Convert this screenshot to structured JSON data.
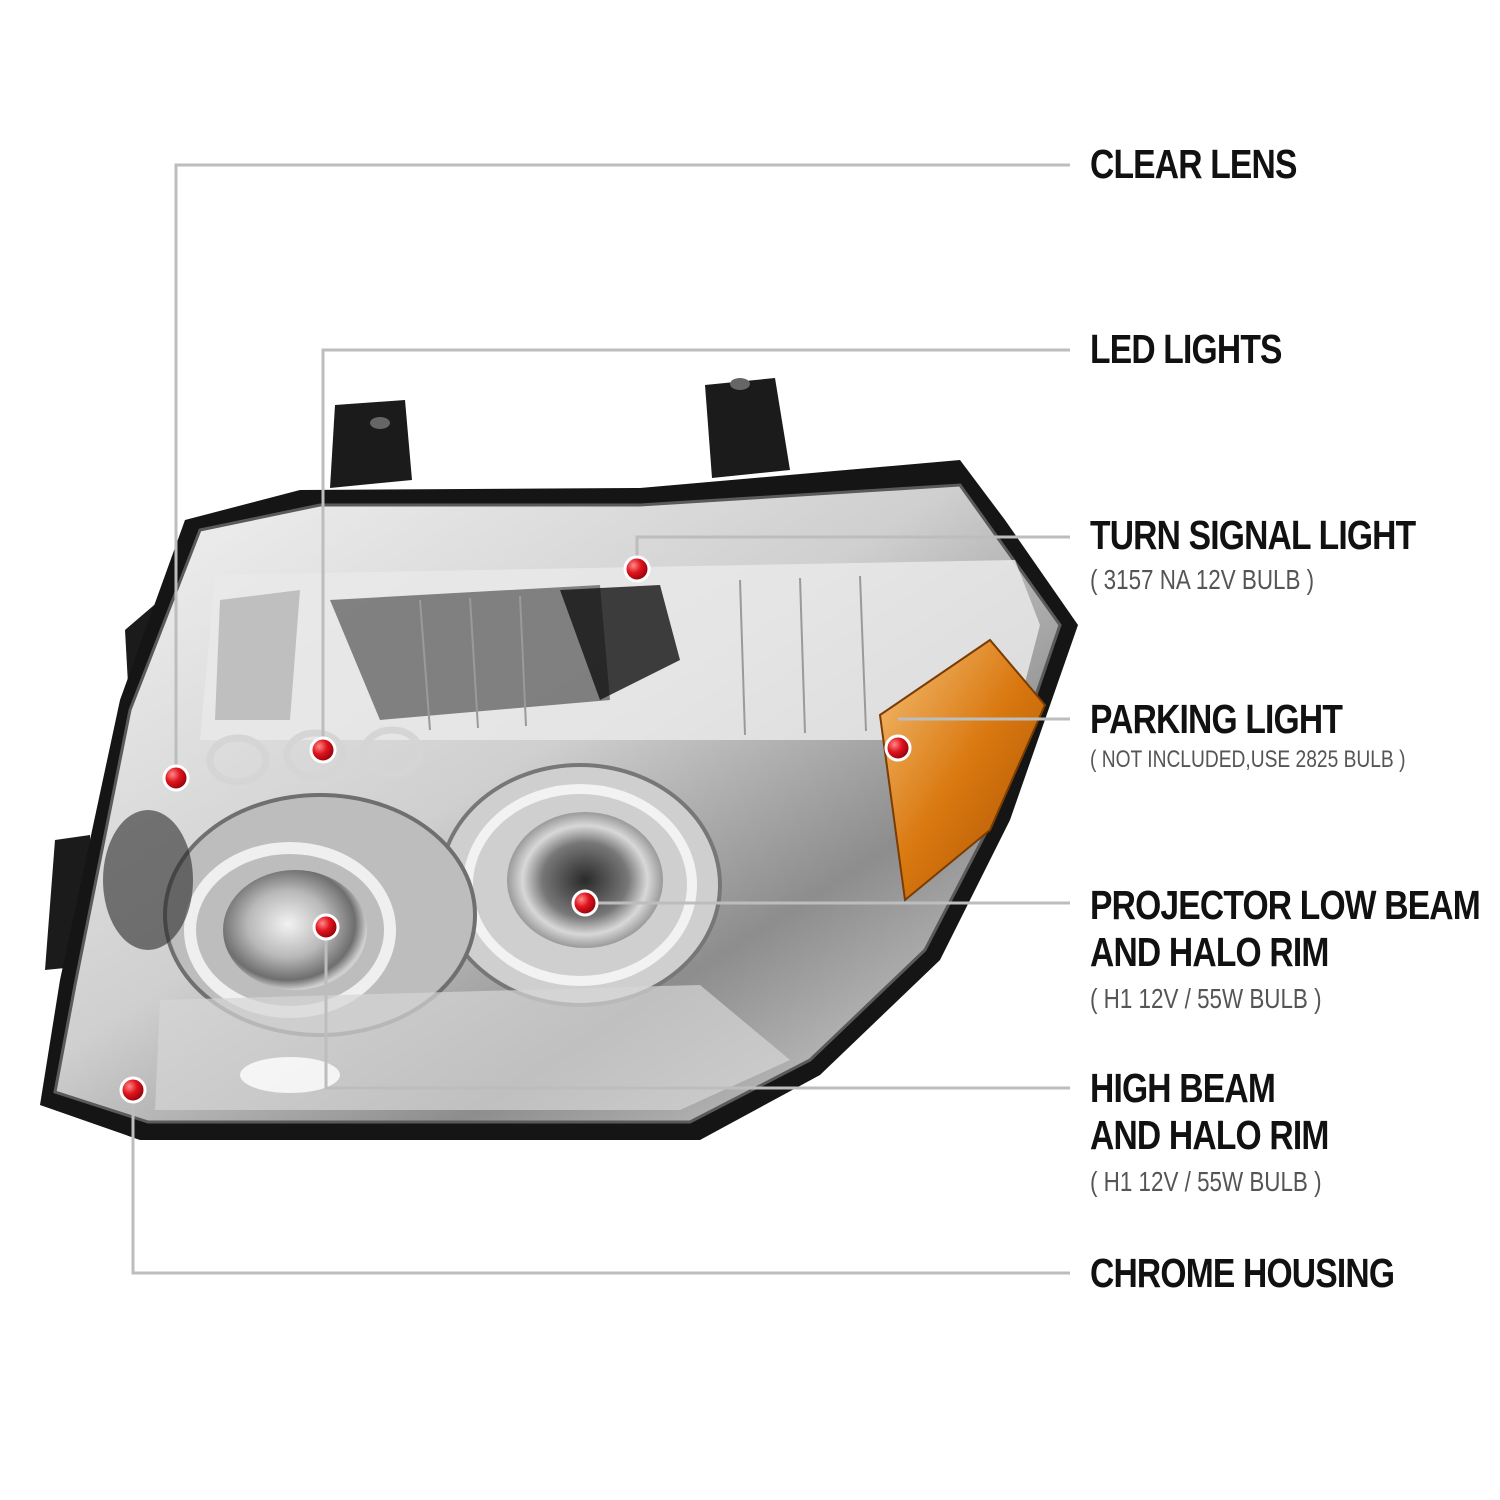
{
  "callouts": {
    "clear_lens": {
      "title": "CLEAR LENS"
    },
    "led_lights": {
      "title": "LED LIGHTS"
    },
    "turn_signal": {
      "title": "TURN SIGNAL LIGHT",
      "note": "( 3157 NA  12V  BULB )"
    },
    "parking": {
      "title": "PARKING LIGHT",
      "note": "( NOT INCLUDED,USE 2825 BULB )"
    },
    "projector_low": {
      "title_line1": "PROJECTOR LOW BEAM",
      "title_line2": "AND HALO RIM",
      "note": "( H1  12V / 55W  BULB )"
    },
    "high_beam": {
      "title_line1": "HIGH BEAM",
      "title_line2": "AND HALO RIM",
      "note": "( H1  12V / 55W  BULB )"
    },
    "chrome_housing": {
      "title": "CHROME HOUSING"
    }
  },
  "colors": {
    "leader_line": "#bdbdbd",
    "marker_red": "#e0141e",
    "amber": "#d9780f",
    "text": "#111111"
  },
  "icons": {
    "marker": "red-dot-marker",
    "product": "headlight-assembly"
  }
}
